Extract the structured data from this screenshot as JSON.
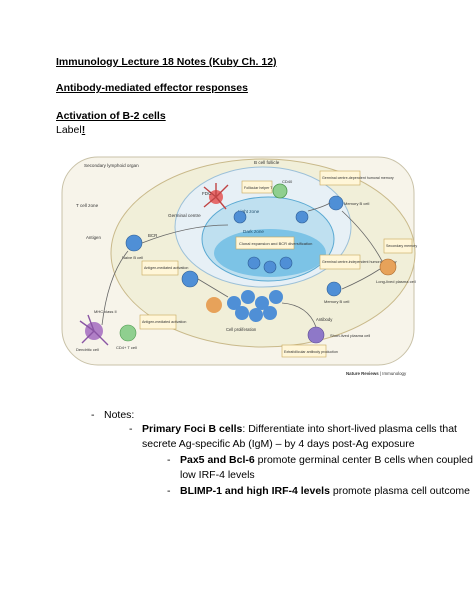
{
  "doc": {
    "title": "Immunology Lecture 18 Notes (Kuby Ch. 12)",
    "subtitle": "Antibody-mediated effector responses",
    "section": "Activation of B-2 cells",
    "label_text": "Label",
    "label_bang": "!"
  },
  "figure": {
    "secondary_lymphoid": "Secondary lymphoid organ",
    "b_follicle": "B cell follicle",
    "t_cell_zone": "T cell zone",
    "germinal_centre": "Germinal centre",
    "light_zone": "Light zone",
    "dark_zone": "Dark zone",
    "fdc": "FDC",
    "tfh": "Follicular helper T cell",
    "cd40": "CD40",
    "bcr": "BCR",
    "antigen": "Antigen",
    "naive_b": "Naive B cell",
    "antigen_mediated_activation": "Antigen-mediated activation",
    "clonal_expansion": "Clonal expansion and BCR diversification",
    "germinal_centre_dependent": "Germinal centre-dependent humoral memory",
    "memory_b": "Memory B cell",
    "germinal_centre_independent": "Germinal centre-independent humoral memory",
    "memory_b2": "Memory B cell",
    "secondary_memory": "Secondary memory",
    "long_lived_plasma": "Long-lived plasma cell",
    "mhc2": "MHC class II",
    "cd4": "CD4+ T cell",
    "dendritic": "Dendritic cell",
    "antigen_mediated_activation2": "Antigen-mediated activation",
    "cell_proliferation": "Cell proliferation",
    "antibody": "Antibody",
    "short_lived": "Short-lived plasma cell",
    "extrafollicular": "Extrafollicular antibody production",
    "credit_bold": "Nature Reviews",
    "credit_rest": " | Immunology"
  },
  "notes": {
    "dash": "-",
    "heading": "Notes:",
    "item1_bold": "Primary Foci B cells",
    "item1_rest": ": Differentiate into short-lived plasma cells that",
    "item1_cont": "secrete Ag-specific Ab (IgM) – by 4 days post-Ag exposure",
    "item2_bold": "Pax5 and Bcl-6",
    "item2_rest": " promote germinal center B cells when coupled with",
    "item2_cont": "low IRF-4 levels",
    "item3_bold": "BLIMP-1 and high IRF-4 levels",
    "item3_rest": " promote plasma cell outcome"
  }
}
